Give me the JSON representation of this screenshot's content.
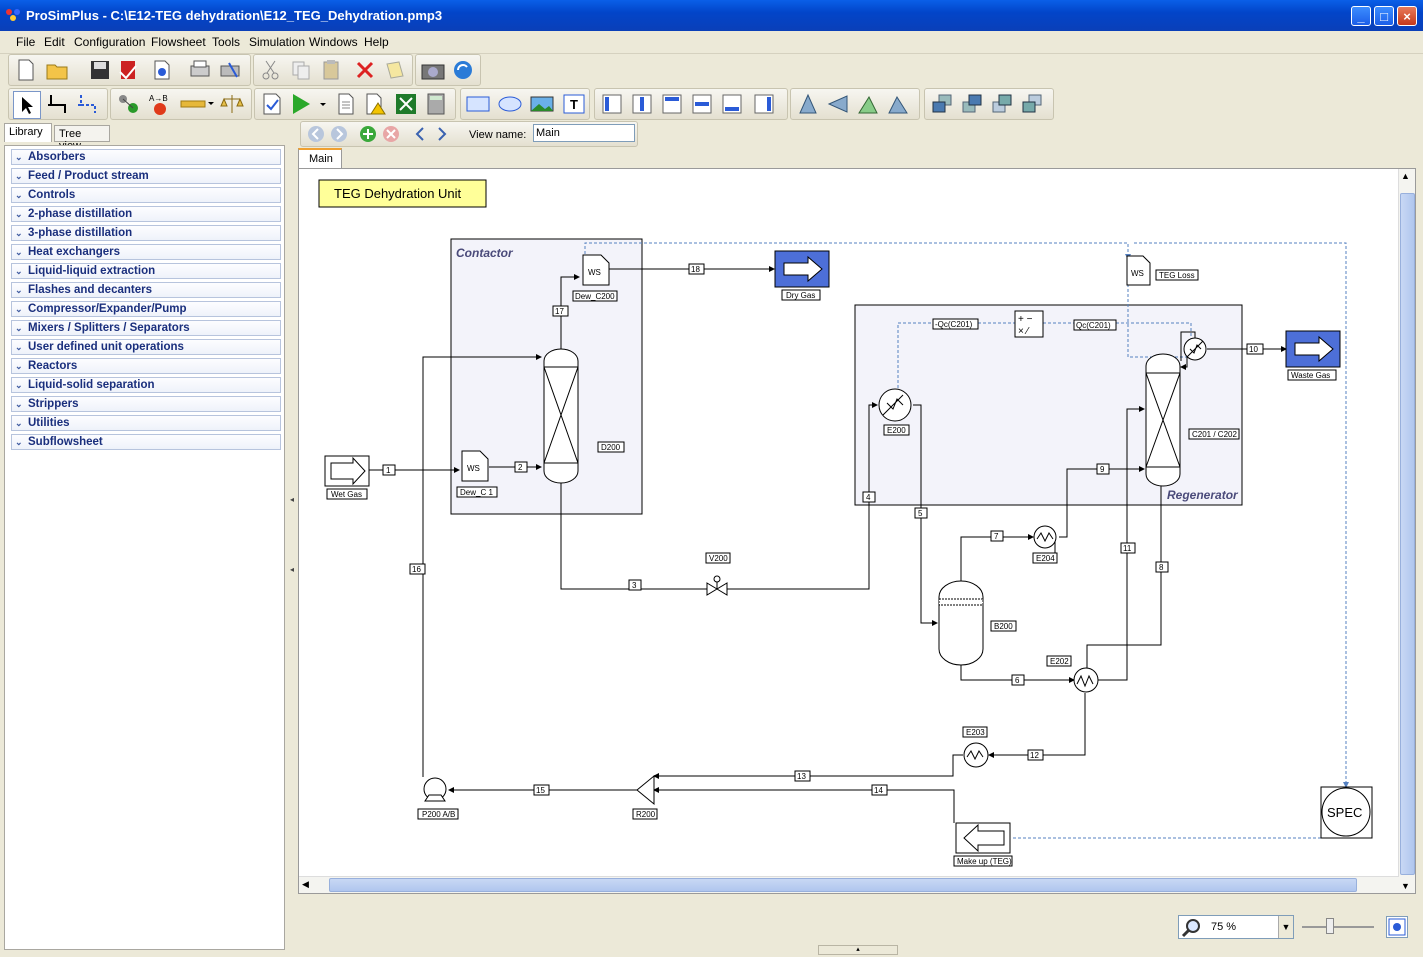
{
  "window": {
    "title": "ProSimPlus - C:\\E12-TEG dehydration\\E12_TEG_Dehydration.pmp3"
  },
  "menu": [
    "File",
    "Edit",
    "Configuration",
    "Flowsheet",
    "Tools",
    "Simulation",
    "Windows",
    "Help"
  ],
  "left_tabs": [
    "Library",
    "Tree view"
  ],
  "library": [
    "Absorbers",
    "Feed / Product stream",
    "Controls",
    "2-phase distillation",
    "3-phase distillation",
    "Heat exchangers",
    "Liquid-liquid extraction",
    "Flashes and decanters",
    "Compressor/Expander/Pump",
    "Mixers / Splitters / Separators",
    "User defined unit operations",
    "Reactors",
    "Liquid-solid separation",
    "Strippers",
    "Utilities",
    "Subflowsheet"
  ],
  "view": {
    "name_label": "View name:",
    "name_value": "Main",
    "tab": "Main"
  },
  "flowsheet": {
    "title": "TEG Dehydration Unit",
    "contactor_label": "Contactor",
    "regenerator_label": "Regenerator",
    "units": {
      "wet_gas": "Wet Gas",
      "dry_gas": "Dry Gas",
      "waste_gas": "Waste Gas",
      "dew_c200": "Dew_C200",
      "dew_c1": "Dew_C 1",
      "d200": "D200",
      "teg_loss": "TEG Loss",
      "e200": "E200",
      "e204": "E204",
      "b200": "B200",
      "e202": "E202",
      "e203": "E203",
      "c201": "C201 / C202",
      "v200": "V200",
      "p200": "P200 A/B",
      "r200": "R200",
      "makeup": "Make up (TEG)",
      "spec": "SPEC",
      "ws": "WS",
      "qc_minus": "-Qc(C201)",
      "qc_plus": "Qc(C201)"
    },
    "streams": [
      "1",
      "2",
      "3",
      "4",
      "5",
      "6",
      "7",
      "8",
      "9",
      "10",
      "11",
      "12",
      "13",
      "14",
      "15",
      "16",
      "17",
      "18"
    ]
  },
  "status": {
    "zoom": "75 %"
  }
}
